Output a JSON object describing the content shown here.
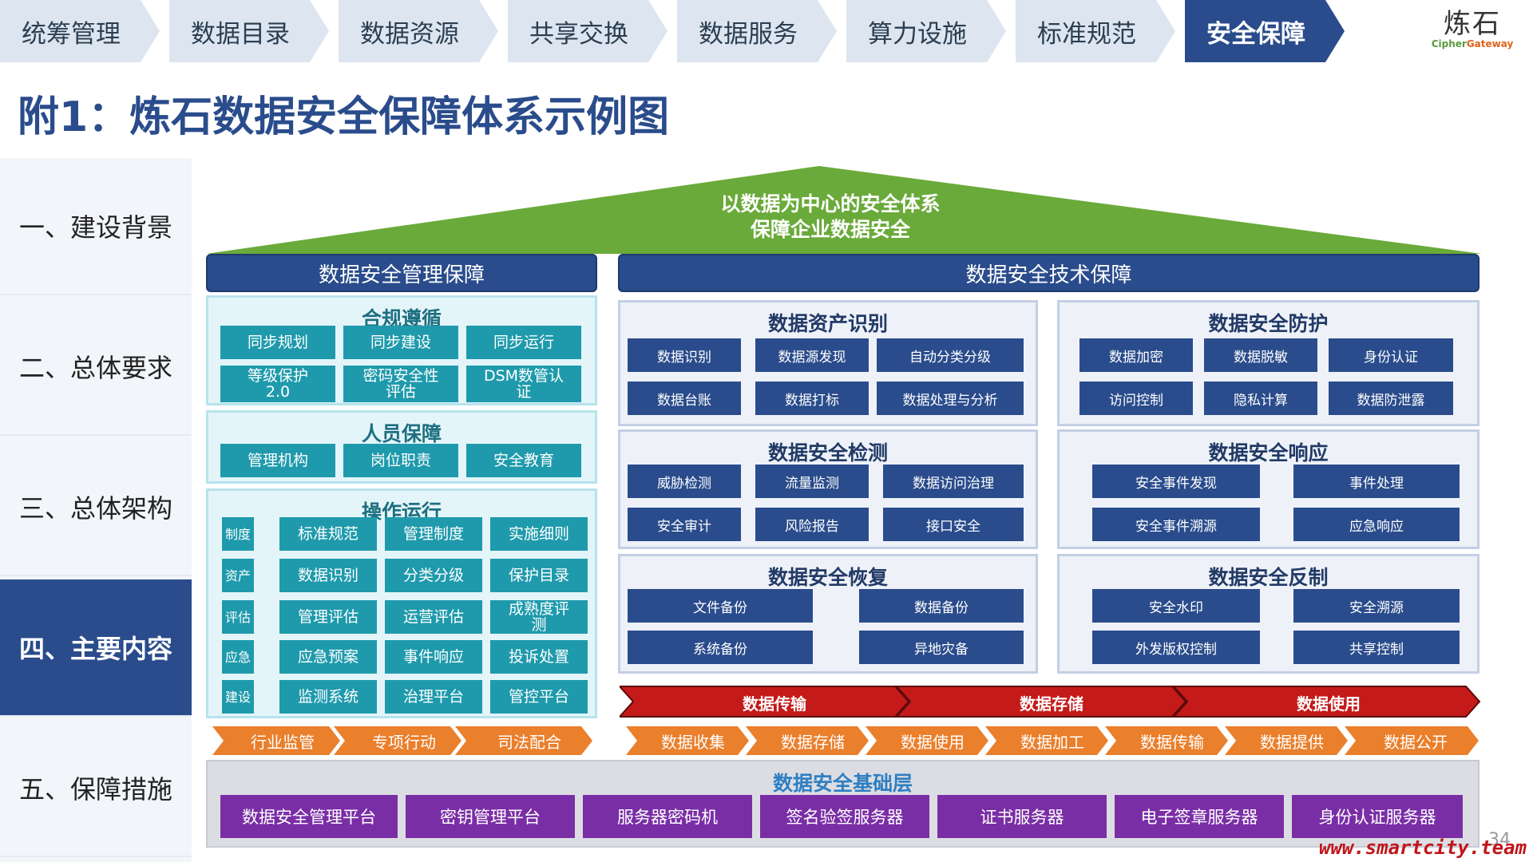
{
  "nav": {
    "items": [
      "统筹管理",
      "数据目录",
      "数据资源",
      "共享交换",
      "数据服务",
      "算力设施",
      "标准规范",
      "安全保障"
    ],
    "active_index": 7
  },
  "logo": {
    "cn": "炼石",
    "en_a": "Cipher",
    "en_b": "Gateway"
  },
  "title": "附1：炼石数据安全保障体系示例图",
  "sidebar": {
    "items": [
      "一、建设背景",
      "二、总体要求",
      "三、总体架构",
      "四、主要内容",
      "五、保障措施"
    ],
    "active_index": 3
  },
  "diagram": {
    "roof": {
      "line1": "以数据为中心的安全体系",
      "line2": "保障企业数据安全"
    },
    "mgmt_banner": "数据安全管理保障",
    "tech_banner": "数据安全技术保障",
    "compliance": {
      "title": "合规遵循",
      "items": [
        "同步规划",
        "同步建设",
        "同步运行",
        "等级保护2.0",
        "密码安全性评估",
        "DSM数管认证"
      ]
    },
    "personnel": {
      "title": "人员保障",
      "items": [
        "管理机构",
        "岗位职责",
        "安全教育"
      ]
    },
    "operations": {
      "title": "操作运行",
      "rows": [
        {
          "cat": "制度",
          "items": [
            "标准规范",
            "管理制度",
            "实施细则"
          ]
        },
        {
          "cat": "资产",
          "items": [
            "数据识别",
            "分类分级",
            "保护目录"
          ]
        },
        {
          "cat": "评估",
          "items": [
            "管理评估",
            "运营评估",
            "成熟度评测"
          ]
        },
        {
          "cat": "应急",
          "items": [
            "应急预案",
            "事件响应",
            "投诉处置"
          ]
        },
        {
          "cat": "建设",
          "items": [
            "监测系统",
            "治理平台",
            "管控平台"
          ]
        }
      ]
    },
    "asset_id": {
      "title": "数据资产识别",
      "items": [
        "数据识别",
        "数据源发现",
        "自动分类分级",
        "数据台账",
        "数据打标",
        "数据处理与分析"
      ]
    },
    "protection": {
      "title": "数据安全防护",
      "items": [
        "数据加密",
        "数据脱敏",
        "身份认证",
        "访问控制",
        "隐私计算",
        "数据防泄露"
      ]
    },
    "detection": {
      "title": "数据安全检测",
      "items": [
        "威胁检测",
        "流量监测",
        "数据访问治理",
        "安全审计",
        "风险报告",
        "接口安全"
      ]
    },
    "response": {
      "title": "数据安全响应",
      "items": [
        "安全事件发现",
        "事件处理",
        "安全事件溯源",
        "应急响应"
      ]
    },
    "recovery": {
      "title": "数据安全恢复",
      "items": [
        "文件备份",
        "数据备份",
        "系统备份",
        "异地灾备"
      ]
    },
    "countermeasure": {
      "title": "数据安全反制",
      "items": [
        "安全水印",
        "安全溯源",
        "外发版权控制",
        "共享控制"
      ]
    },
    "red_flow": [
      "数据传输",
      "数据存储",
      "数据使用"
    ],
    "mgmt_chevrons": [
      "行业监管",
      "专项行动",
      "司法配合"
    ],
    "lifecycle": [
      "数据收集",
      "数据存储",
      "数据使用",
      "数据加工",
      "数据传输",
      "数据提供",
      "数据公开"
    ],
    "base": {
      "title": "数据安全基础层",
      "items": [
        "数据安全管理平台",
        "密钥管理平台",
        "服务器密码机",
        "签名验签服务器",
        "证书服务器",
        "电子签章服务器",
        "身份认证服务器"
      ]
    }
  },
  "page_number": "34",
  "watermark": "www.smartcity.team",
  "colors": {
    "navy": "#2a4c8c",
    "teal": "#1f9aac",
    "green_roof": "#6aaa3a",
    "red_flow": "#c41a1a",
    "orange": "#ea7f2c",
    "purple": "#7a2ea6"
  }
}
